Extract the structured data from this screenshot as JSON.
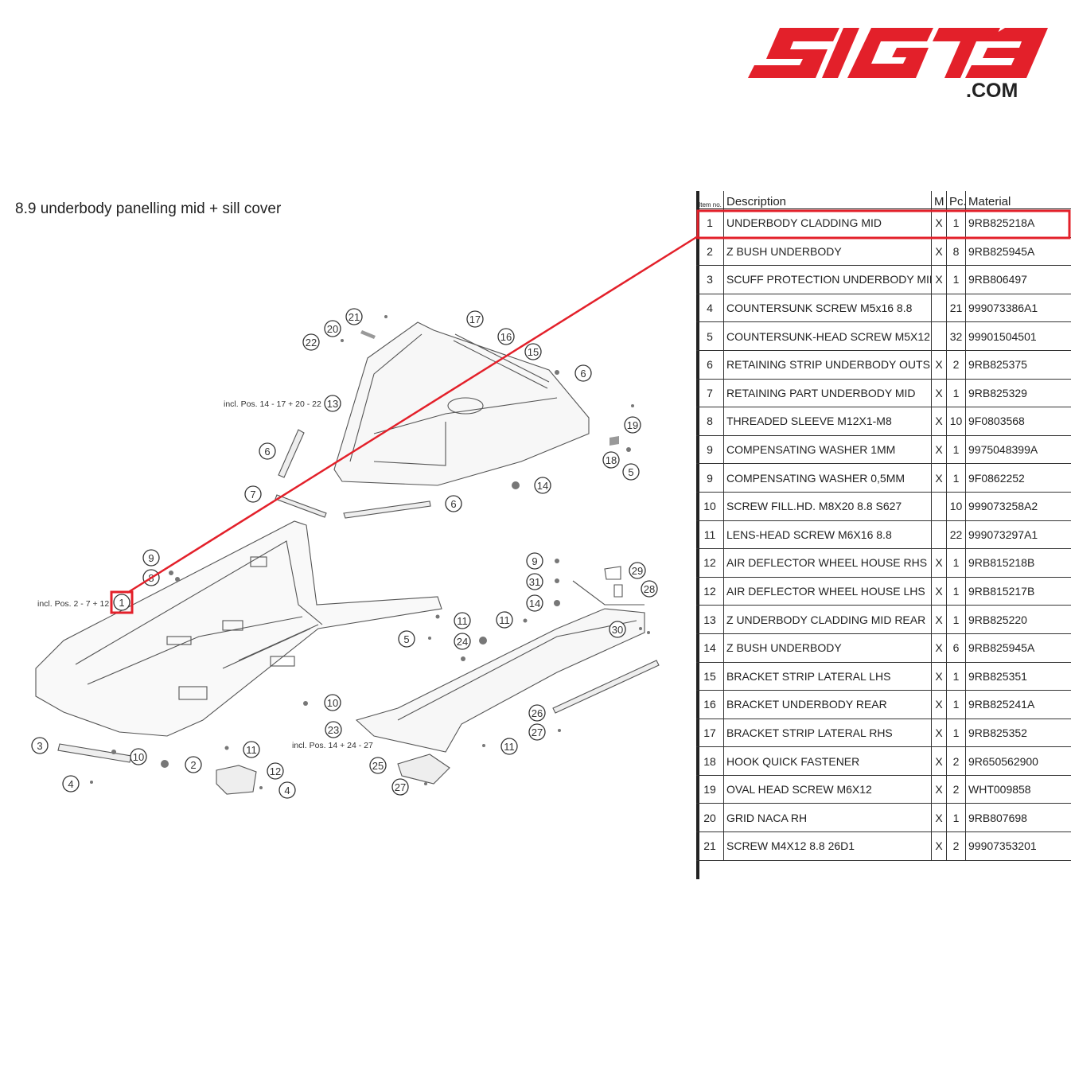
{
  "brand": {
    "logo_text": "5IGT3",
    "logo_suffix": ".COM",
    "logo_color": "#e3202a"
  },
  "page_title": "8.9  underbody panelling mid + sill cover",
  "highlight_color": "#e3202a",
  "diagram": {
    "annotations": [
      {
        "name": "incl-13",
        "text": "incl. Pos. 14 - 17 + 20 - 22"
      },
      {
        "name": "incl-1",
        "text": "incl. Pos. 2 - 7 + 12"
      },
      {
        "name": "incl-23",
        "text": "incl. Pos. 14 + 24 - 27"
      }
    ],
    "callouts": [
      "21",
      "20",
      "22",
      "17",
      "16",
      "15",
      "6",
      "13",
      "19",
      "18",
      "5",
      "14",
      "6",
      "7",
      "6",
      "9",
      "8",
      "1",
      "5",
      "11",
      "11",
      "9",
      "31",
      "14",
      "29",
      "28",
      "30",
      "24",
      "10",
      "26",
      "27",
      "23",
      "11",
      "3",
      "10",
      "2",
      "11",
      "12",
      "4",
      "25",
      "27",
      "4"
    ]
  },
  "table": {
    "headers": {
      "item": "Item no.",
      "description": "Description",
      "m": "M",
      "pc": "Pc.",
      "material": "Material"
    },
    "rows": [
      {
        "item": "1",
        "description": "UNDERBODY CLADDING MID",
        "m": "X",
        "pc": "1",
        "material": "9RB825218A"
      },
      {
        "item": "2",
        "description": "Z BUSH UNDERBODY",
        "m": "X",
        "pc": "8",
        "material": "9RB825945A"
      },
      {
        "item": "3",
        "description": "SCUFF PROTECTION UNDERBODY MID",
        "m": "X",
        "pc": "1",
        "material": "9RB806497"
      },
      {
        "item": "4",
        "description": "COUNTERSUNK SCREW M5x16 8.8",
        "m": "",
        "pc": "21",
        "material": "999073386A1"
      },
      {
        "item": "5",
        "description": "COUNTERSUNK-HEAD SCREW M5X12",
        "m": "",
        "pc": "32",
        "material": "99901504501"
      },
      {
        "item": "6",
        "description": "RETAINING STRIP UNDERBODY OUTSIDE",
        "m": "X",
        "pc": "2",
        "material": "9RB825375"
      },
      {
        "item": "7",
        "description": "RETAINING PART UNDERBODY MID",
        "m": "X",
        "pc": "1",
        "material": "9RB825329"
      },
      {
        "item": "8",
        "description": "THREADED SLEEVE M12X1-M8",
        "m": "X",
        "pc": "10",
        "material": "9F0803568"
      },
      {
        "item": "9",
        "description": "COMPENSATING WASHER 1MM",
        "m": "X",
        "pc": "1",
        "material": "9975048399A"
      },
      {
        "item": "9",
        "description": "COMPENSATING WASHER 0,5MM",
        "m": "X",
        "pc": "1",
        "material": "9F0862252"
      },
      {
        "item": "10",
        "description": "SCREW FILL.HD. M8X20 8.8 S627",
        "m": "",
        "pc": "10",
        "material": "999073258A2"
      },
      {
        "item": "11",
        "description": "LENS-HEAD SCREW M6X16 8.8",
        "m": "",
        "pc": "22",
        "material": "999073297A1"
      },
      {
        "item": "12",
        "description": "AIR DEFLECTOR WHEEL HOUSE RHS",
        "m": "X",
        "pc": "1",
        "material": "9RB815218B"
      },
      {
        "item": "12",
        "description": "AIR DEFLECTOR WHEEL HOUSE LHS",
        "m": "X",
        "pc": "1",
        "material": "9RB815217B"
      },
      {
        "item": "13",
        "description": "Z UNDERBODY CLADDING MID REAR",
        "m": "X",
        "pc": "1",
        "material": "9RB825220"
      },
      {
        "item": "14",
        "description": "Z BUSH UNDERBODY",
        "m": "X",
        "pc": "6",
        "material": "9RB825945A"
      },
      {
        "item": "15",
        "description": "BRACKET STRIP LATERAL LHS",
        "m": "X",
        "pc": "1",
        "material": "9RB825351"
      },
      {
        "item": "16",
        "description": "BRACKET UNDERBODY REAR",
        "m": "X",
        "pc": "1",
        "material": "9RB825241A"
      },
      {
        "item": "17",
        "description": "BRACKET STRIP LATERAL RHS",
        "m": "X",
        "pc": "1",
        "material": "9RB825352"
      },
      {
        "item": "18",
        "description": "HOOK QUICK FASTENER",
        "m": "X",
        "pc": "2",
        "material": "9R650562900"
      },
      {
        "item": "19",
        "description": "OVAL HEAD SCREW M6X12",
        "m": "X",
        "pc": "2",
        "material": "WHT009858"
      },
      {
        "item": "20",
        "description": "GRID NACA RH",
        "m": "X",
        "pc": "1",
        "material": "9RB807698"
      },
      {
        "item": "21",
        "description": "SCREW M4X12 8.8 26D1",
        "m": "X",
        "pc": "2",
        "material": "99907353201"
      }
    ]
  }
}
